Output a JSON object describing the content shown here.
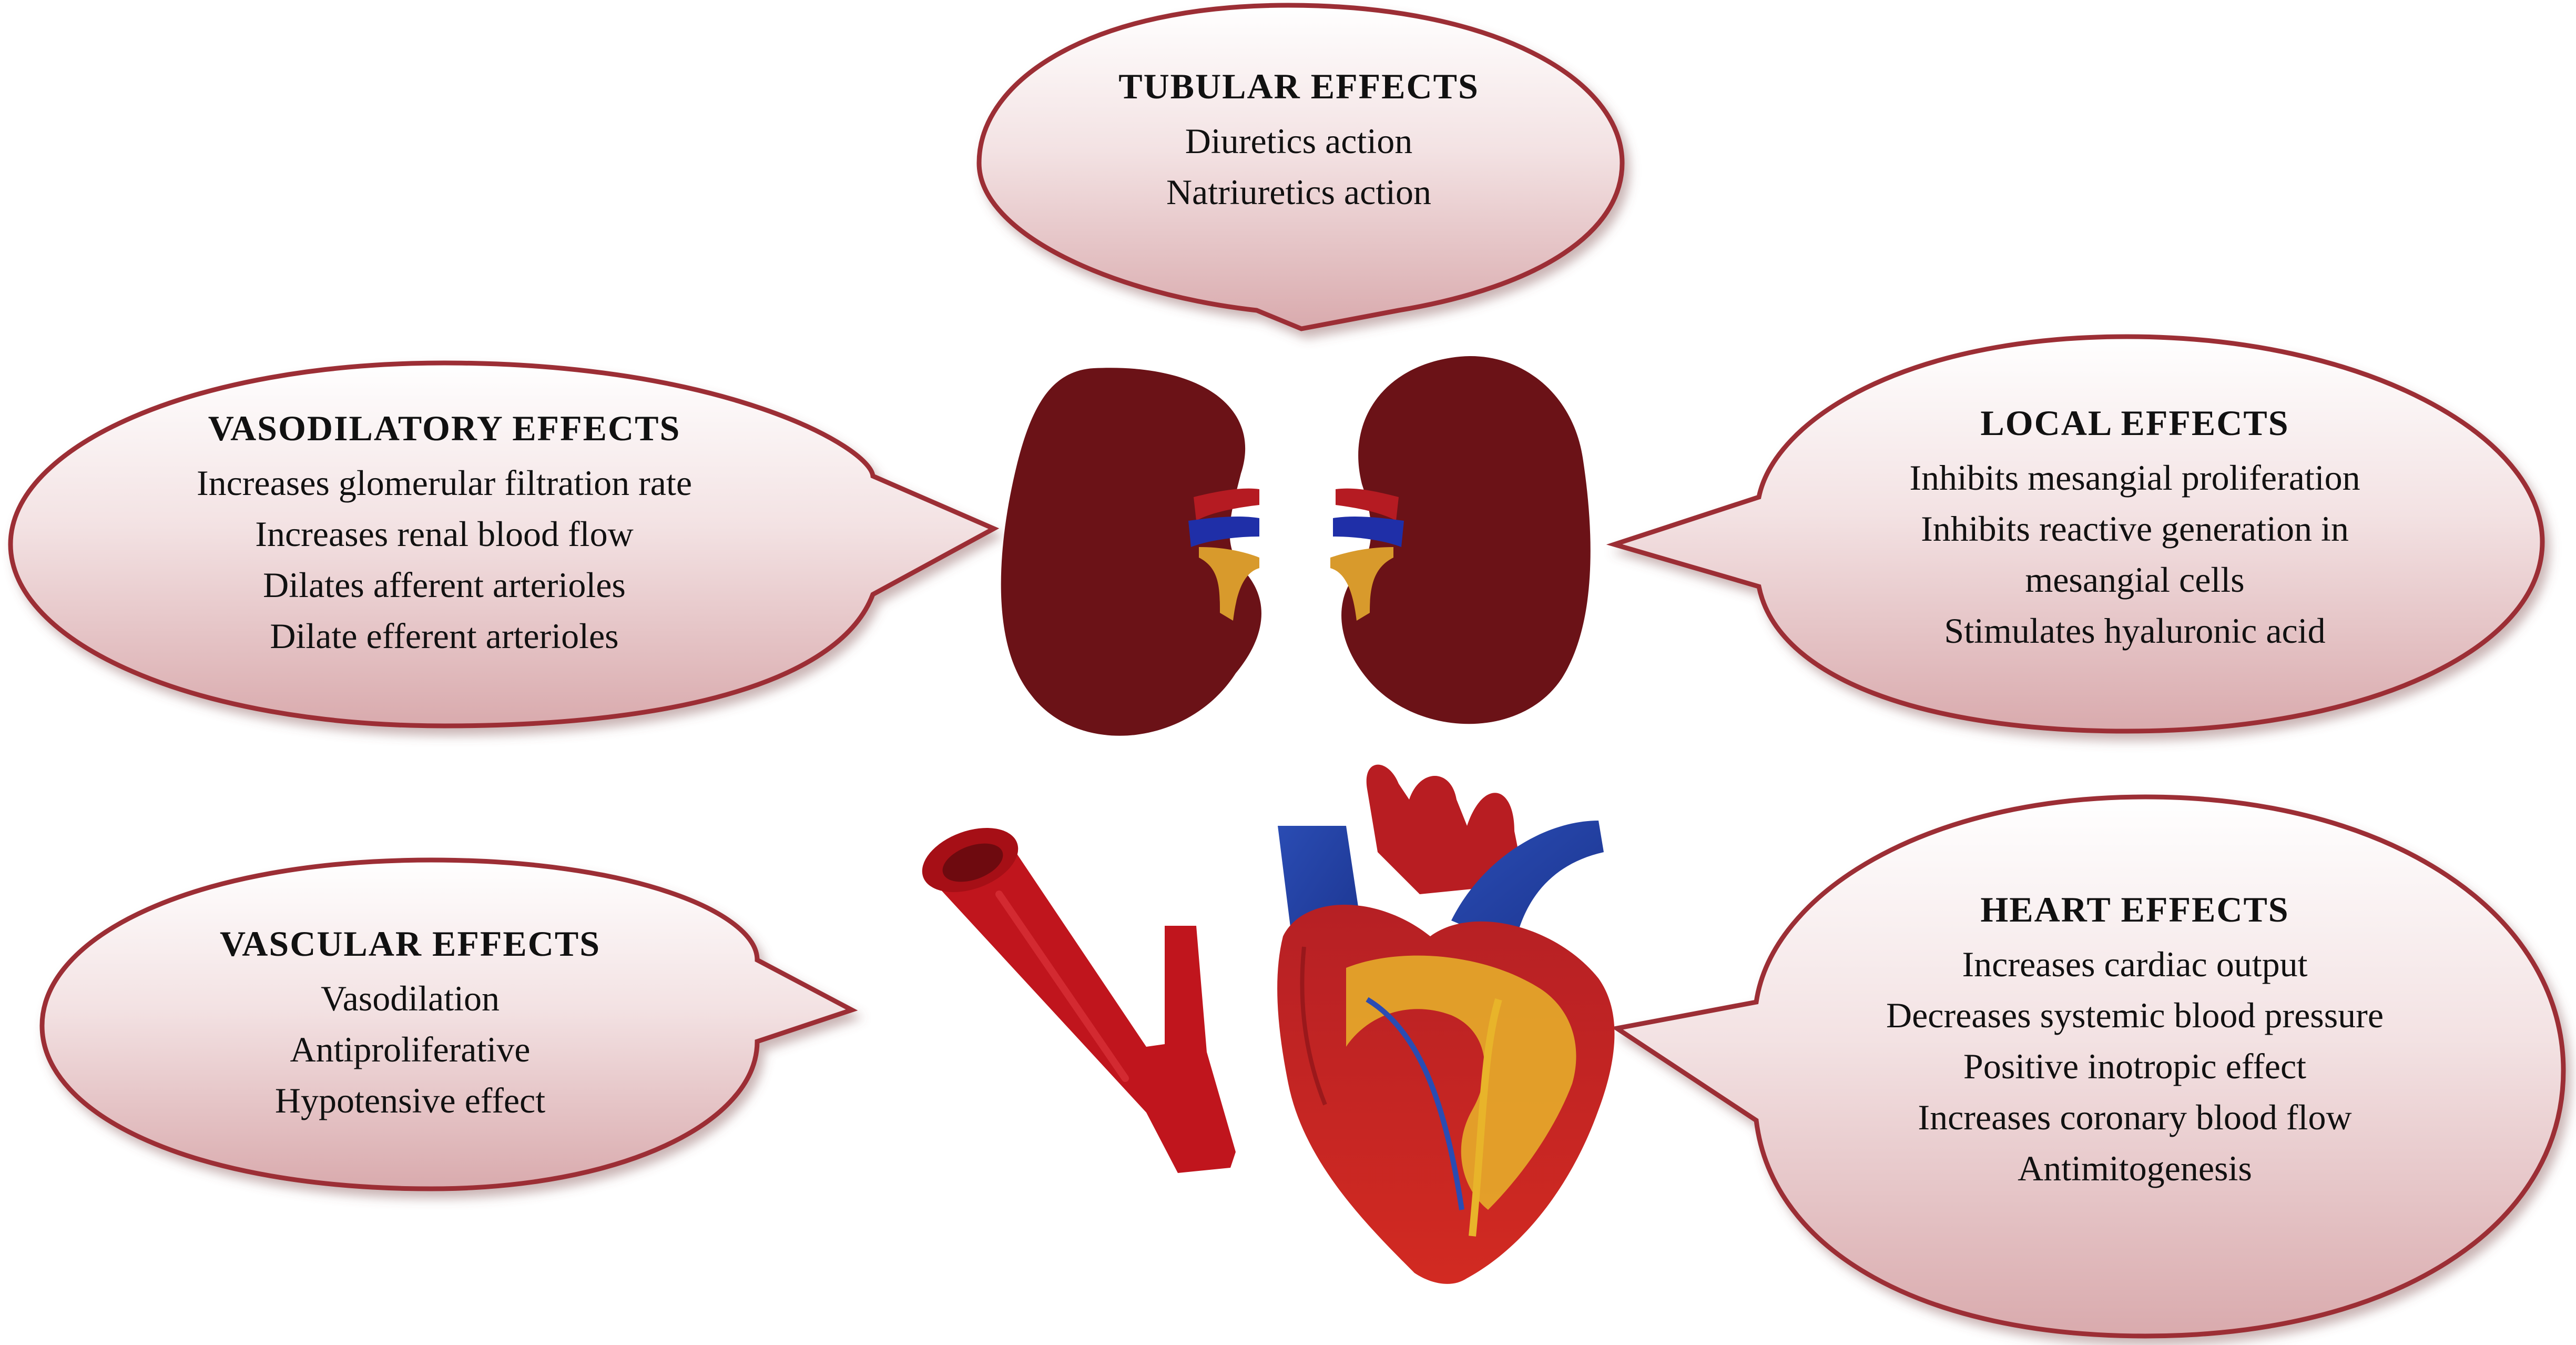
{
  "colors": {
    "bubble_border": "#9c2f34",
    "bubble_fill_top": "#ffffff",
    "bubble_fill_bottom": "#dcb1b3",
    "kidney": "#6b1217",
    "vein": "#1f2fa8",
    "ureter": "#d89a2c",
    "artery": "#c0151d",
    "heart_red": "#c8201e",
    "heart_blue": "#2a4cb3",
    "heart_yellow": "#e8b42a"
  },
  "icons": [
    "kidney-left-icon",
    "kidney-right-icon",
    "blood-vessel-icon",
    "heart-icon"
  ],
  "bubbles": {
    "tubular": {
      "title": "TUBULAR EFFECTS",
      "items": [
        "Diuretics action",
        "Natriuretics action"
      ]
    },
    "vasodilatory": {
      "title": "VASODILATORY EFFECTS",
      "items": [
        "Increases glomerular filtration rate",
        "Increases renal blood flow",
        "Dilates afferent arterioles",
        "Dilate efferent arterioles"
      ]
    },
    "local": {
      "title": "LOCAL EFFECTS",
      "items": [
        "Inhibits mesangial proliferation",
        "Inhibits reactive generation in",
        "mesangial cells",
        "Stimulates hyaluronic acid"
      ]
    },
    "vascular": {
      "title": "VASCULAR EFFECTS",
      "items": [
        "Vasodilation",
        "Antiproliferative",
        "Hypotensive effect"
      ]
    },
    "heart": {
      "title": "HEART EFFECTS",
      "items": [
        "Increases cardiac output",
        "Decreases systemic blood pressure",
        "Positive inotropic effect",
        "Increases coronary blood flow",
        "Antimitogenesis"
      ]
    }
  }
}
